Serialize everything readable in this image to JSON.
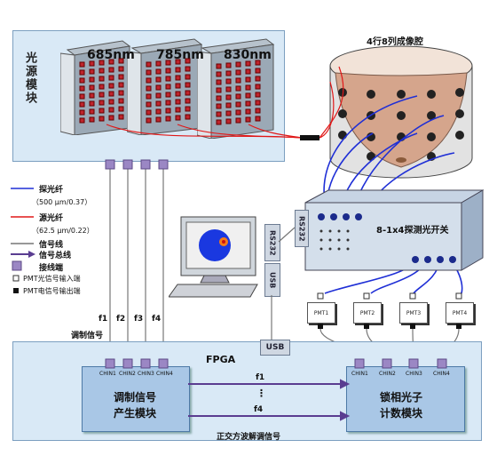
{
  "light_module": {
    "title": "光源模块",
    "wavelengths": [
      "685nm",
      "785nm",
      "830nm"
    ]
  },
  "cavity": {
    "title": "4行8列成像腔"
  },
  "switch": {
    "title": "8-1x4探测光开关",
    "port_label": "RS232"
  },
  "computer": {
    "rs232": "RS232",
    "usb": "USB"
  },
  "legend": {
    "detect_fiber": "探光纤",
    "detect_fiber_spec": "（500 μm/0.37）",
    "source_fiber": "源光纤",
    "source_fiber_spec": "（62.5 μm/0.22）",
    "signal_line": "信号线",
    "signal_bus": "信号总线",
    "connector": "接线端",
    "pmt_in": "PMT光信号输入端",
    "pmt_out": "PMT电信号输出端"
  },
  "pmts": [
    "PMT1",
    "PMT2",
    "PMT3",
    "PMT4"
  ],
  "mod_freqs": [
    "f1",
    "f2",
    "f3",
    "f4"
  ],
  "mod_signal_label": "调制信号",
  "fpga": {
    "title": "FPGA",
    "usb": "USB",
    "gen_module": [
      "调制信号",
      "产生模块"
    ],
    "lockin_module": [
      "锁相光子",
      "计数模块"
    ],
    "channels": [
      "CHIN1",
      "CHIN2",
      "CHIN3",
      "CHIN4"
    ],
    "freq_top": "f1",
    "freq_dots": "⋮",
    "freq_bottom": "f4",
    "bottom_label": "正交方波解调信号"
  },
  "colors": {
    "detect_fiber": "#1f2fd6",
    "source_fiber": "#e01818",
    "signal_line": "#777777",
    "bus": "#5a3d91",
    "panel": "#d9e9f6",
    "module": "#a9c7e6"
  }
}
